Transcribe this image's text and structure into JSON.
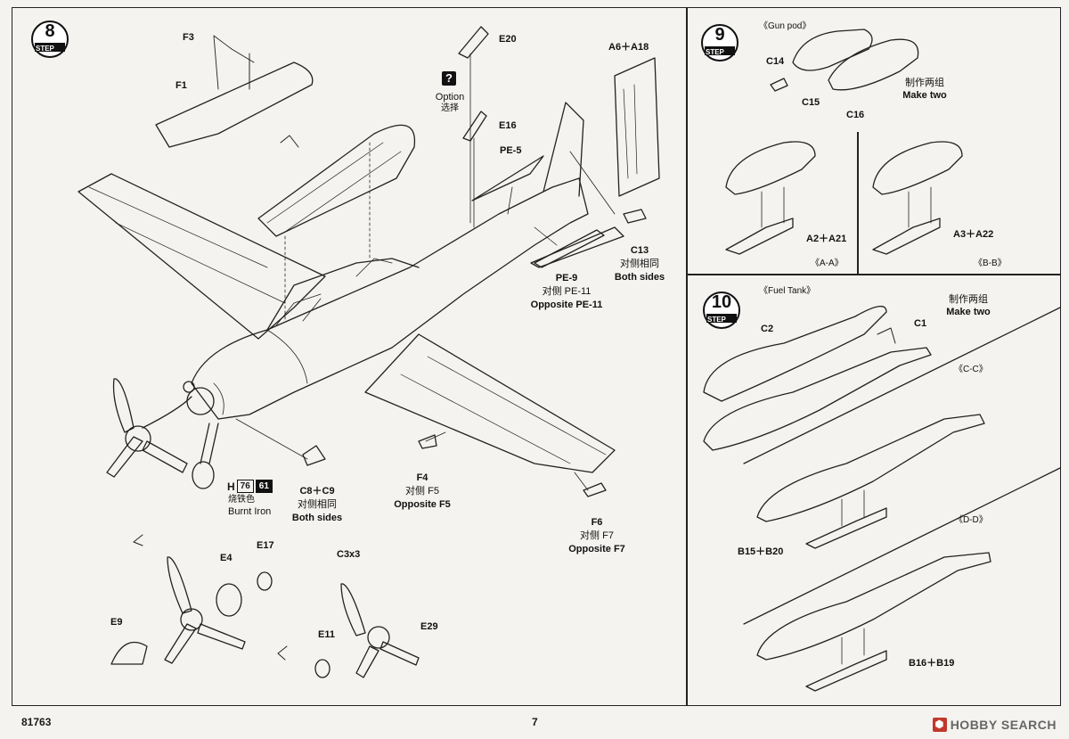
{
  "steps": {
    "main": "8",
    "gunpod": "9",
    "fueltank": "10",
    "step_word": "STEP"
  },
  "option": {
    "symbol": "?",
    "label_en": "Option",
    "label_cn": "选择"
  },
  "parts": {
    "f3": "F3",
    "f1": "F1",
    "e20": "E20",
    "e16": "E16",
    "a6a18": "A6＋A18",
    "pe5": "PE-5",
    "c13": "C13",
    "c13_cn": "对侧相同",
    "c13_en": "Both sides",
    "pe9": "PE-9",
    "pe9_cn": "对侧 PE-11",
    "pe9_en": "Opposite PE-11",
    "f4": "F4",
    "f4_cn": "对侧 F5",
    "f4_en": "Opposite F5",
    "f6": "F6",
    "f6_cn": "对侧 F7",
    "f6_en": "Opposite F7",
    "c8c9": "C8＋C9",
    "c8c9_cn": "对侧相同",
    "c8c9_en": "Both sides",
    "e17": "E17",
    "e4": "E4",
    "e9": "E9",
    "c3x3": "C3x3",
    "e11": "E11",
    "e29": "E29"
  },
  "paint": {
    "letter": "H",
    "code1": "76",
    "code2": "61",
    "name_cn": "烧铁色",
    "name_en": "Burnt Iron"
  },
  "gunpod": {
    "title": "《Gun pod》",
    "c14": "C14",
    "c15": "C15",
    "c16": "C16",
    "make_two_cn": "制作两组",
    "make_two_en": "Make two",
    "a2a21": "A2＋A21",
    "a3a22": "A3＋A22",
    "aa": "《A-A》",
    "bb": "《B-B》"
  },
  "fueltank": {
    "title": "《Fuel Tank》",
    "c2": "C2",
    "c1": "C1",
    "make_two_cn": "制作两组",
    "make_two_en": "Make two",
    "cc": "《C-C》",
    "dd": "《D-D》",
    "b15b20": "B15＋B20",
    "b16b19": "B16＋B19"
  },
  "footer": {
    "code": "81763",
    "page": "7",
    "brand": "HOBBY SEARCH"
  },
  "colors": {
    "ink": "#1a1a1a",
    "paper": "#f4f3f0",
    "brand": "#c0392b"
  }
}
